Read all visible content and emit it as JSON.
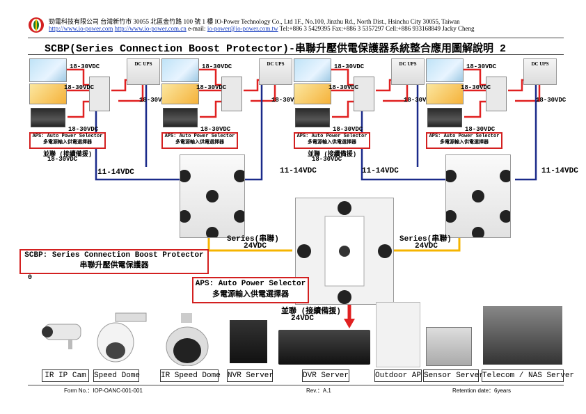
{
  "header": {
    "company_line": "勁電科技有限公司  台灣新竹市 30055 北區金竹路 100 號 1 樓 IO-Power Technology Co., Ltd    1F., No.100, Jinzhu Rd., North Dist., Hsinchu City 30055, Taiwan",
    "link1": "http://www.io-power.com",
    "link2": "http://www.io-power.com.cn",
    "email_label": " e-mail: ",
    "email": "io-power@io-power.com.tw",
    "contact": " Tel:+886 3 5429395 Fax:+886 3 5357297 Cell:+886 933168849 Jacky Cheng"
  },
  "title": "SCBP(Series Connection Boost Protector)-串聯升壓供電保護器系統整合應用圖解說明 2",
  "labels": {
    "v18_30": "18-30VDC",
    "dc_ups": "DC UPS",
    "aps_line1": "APS: Auto Power Selector",
    "aps_line2": "多電源輸入供電選擇器",
    "parallel": "並聯 (接續備援)",
    "v11_14": "11-14VDC",
    "series": "Series(串聯)",
    "v24": "24VDC",
    "zero": "0",
    "scbp_line1": "SCBP: Series Connection Boost Protector",
    "scbp_line2": "串聯升壓供電保護器",
    "aps_big_line1": "APS: Auto Power Selector",
    "aps_big_line2": "多電源輸入供電選擇器",
    "parallel_out": "並聯 (接續備援)",
    "v24_out": "24VDC"
  },
  "devices": [
    "IR IP Cam",
    "Speed Dome",
    "IR Speed Dome",
    "NVR Server",
    "DVR Server",
    "Outdoor AP",
    "Sensor Server",
    "Telecom / NAS Server"
  ],
  "footer": {
    "form": "Form No.：IOP-OANC-001-001",
    "rev": "Rev.：A.1",
    "retention": "Retention date：6years"
  },
  "colors": {
    "red_line": "#e02020",
    "blue_line": "#1a2a8a",
    "yellow_line": "#f5b400",
    "box_border": "#d32020"
  }
}
